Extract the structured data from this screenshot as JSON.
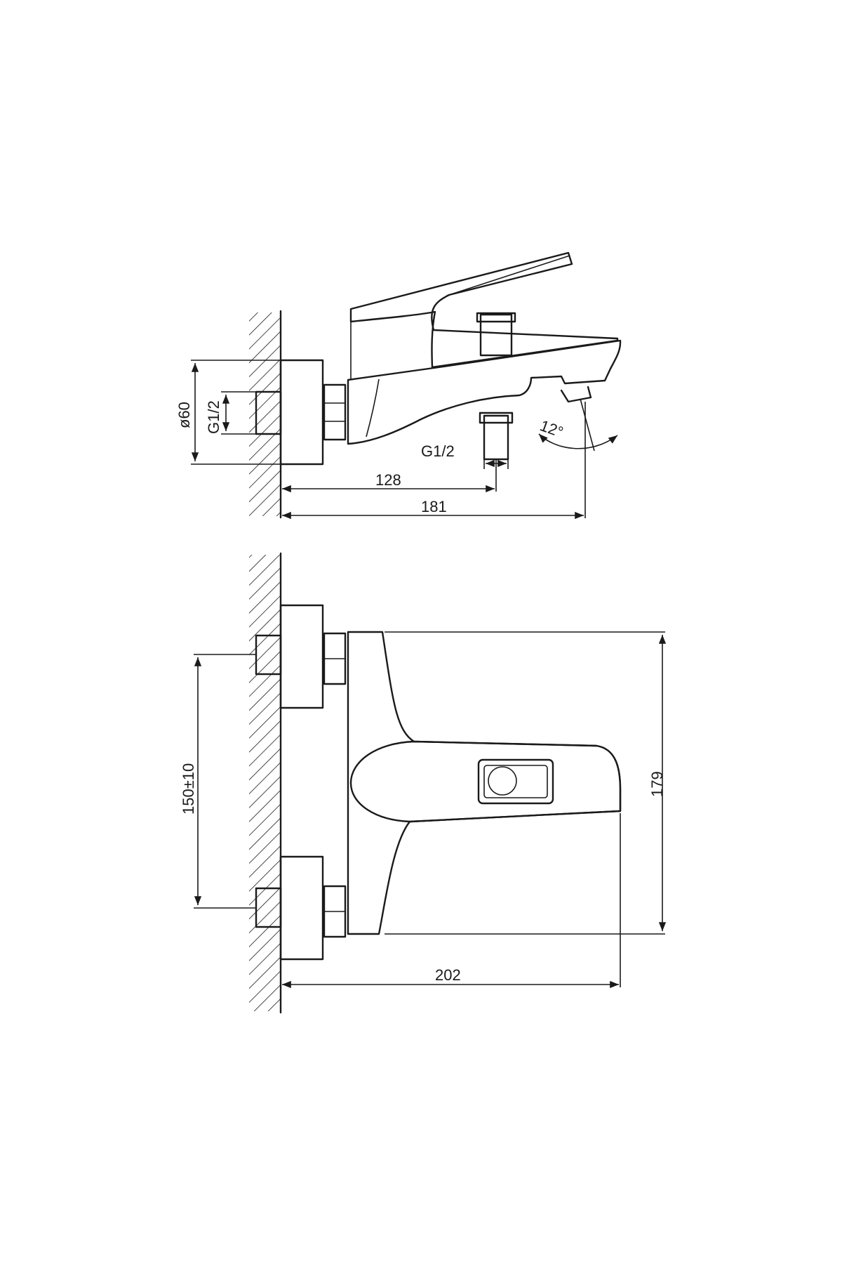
{
  "drawing": {
    "side_view": {
      "dims": {
        "diameter": "ø60",
        "inlet_thread": "G1/2",
        "outlet_thread": "G1/2",
        "spout_length_to_outlet": "128",
        "overall_length": "181",
        "spout_angle": "12°"
      }
    },
    "top_view": {
      "dims": {
        "inlet_spacing": "150±10",
        "overall_width": "179",
        "overall_length": "202"
      }
    }
  },
  "colors": {
    "line": "#1a1a1a",
    "background": "#ffffff"
  }
}
